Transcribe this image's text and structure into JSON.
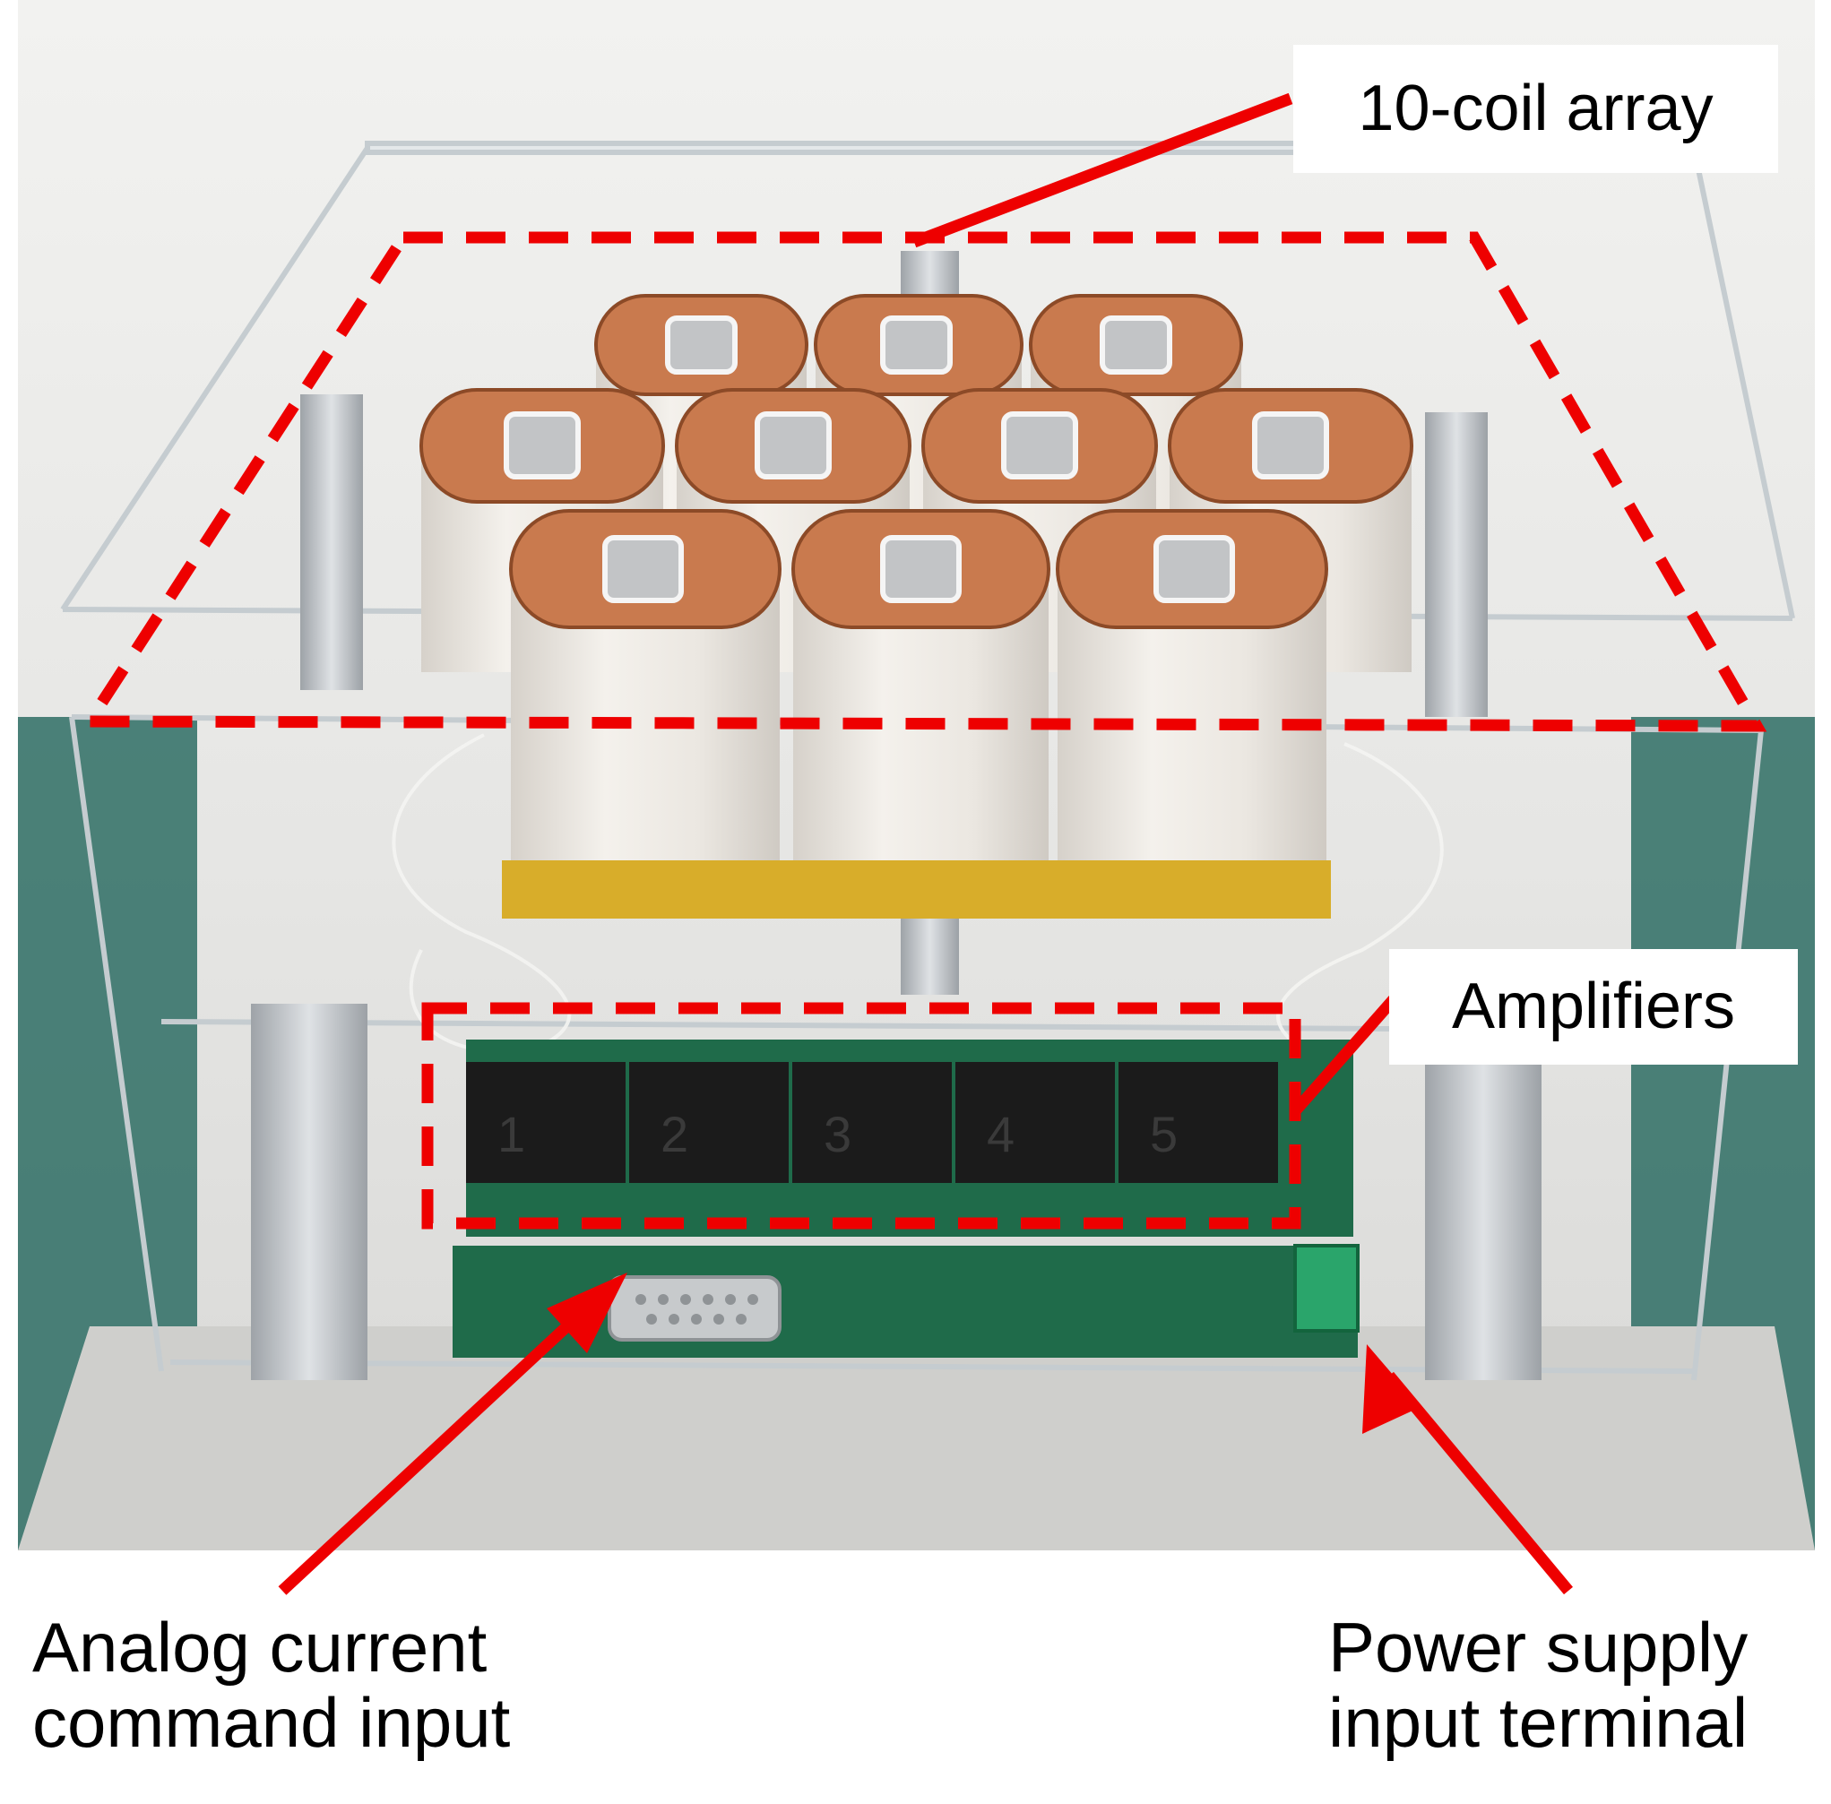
{
  "labels": {
    "coil_array": "10-coil array",
    "amplifiers": "Amplifiers",
    "analog_input_line1": "Analog current",
    "analog_input_line2": "command input",
    "power_input_line1": "Power supply",
    "power_input_line2": "input terminal"
  },
  "amplifier_numbers": [
    "1",
    "2",
    "3",
    "4",
    "5"
  ],
  "colors": {
    "annotation": "#ee0000",
    "copper": "#c97a4e",
    "coil_wrap": "#ece8e2",
    "pcb": "#1f6b4a",
    "amplifier_body": "#1b1b1b",
    "gold_plate": "#d8ad2a",
    "aluminum": "#b9bdc1",
    "acrylic_edge": "#d4d9dc",
    "backdrop": "#ececea",
    "bench_green": "#2e6d64"
  }
}
